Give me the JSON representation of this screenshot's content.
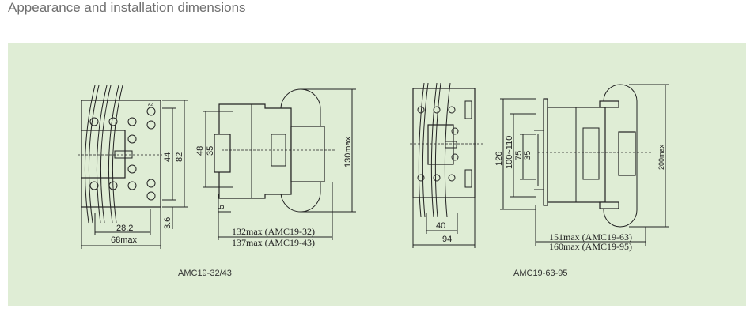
{
  "header": {
    "title": "Appearance and installation dimensions"
  },
  "drawings": [
    {
      "caption": "AMC19-32/43",
      "dims": {
        "width_inner": "28.2",
        "width": "68max",
        "h1": "44",
        "h2": "82",
        "gap": "3.6",
        "rail1": "48",
        "rail2": "35",
        "base": "5",
        "height": "130max",
        "depth1": "132max (AMC19-32)",
        "depth2": "137max (AMC19-43)"
      },
      "terminal": "A2"
    },
    {
      "caption": "AMC19-63-95",
      "dims": {
        "width_inner": "40",
        "width": "94",
        "h1": "126",
        "h2": "100~110",
        "h3": "75",
        "h4": "35",
        "height": "200max",
        "depth1": "151max (AMC19-63)",
        "depth2": "160max (AMC19-95)"
      }
    }
  ]
}
